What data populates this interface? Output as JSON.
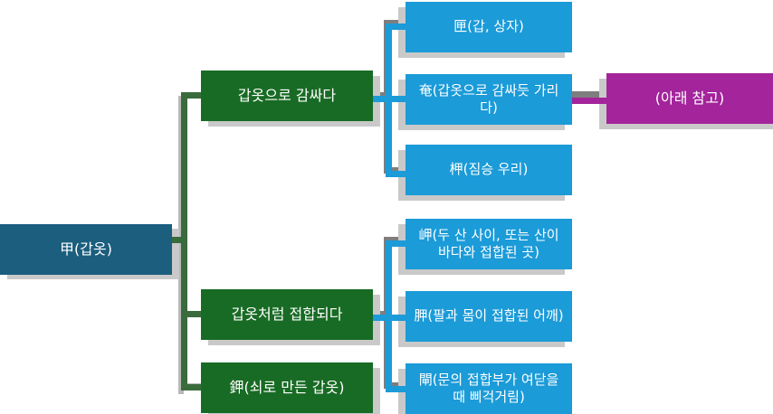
{
  "diagram": {
    "title_node": {
      "id": "root",
      "label": "甲(갑옷)",
      "color": "#1b5e7e"
    },
    "branches": [
      {
        "id": "branch-1",
        "label": "갑옷으로 감싸다",
        "color": "#186b24",
        "children": [
          {
            "id": "leaf-1-1",
            "label": "匣(갑, 상자)",
            "color": "#1b9bd8"
          },
          {
            "id": "leaf-1-2",
            "label": "奄(갑옷으로 감싸듯 가리다)",
            "color": "#1b9bd8",
            "note": {
              "id": "note-1",
              "label": "(아래 참고)",
              "color": "#a3249b"
            }
          },
          {
            "id": "leaf-1-3",
            "label": "柙(짐승 우리)",
            "color": "#1b9bd8"
          }
        ]
      },
      {
        "id": "branch-2",
        "label": "갑옷처럼 접합되다",
        "color": "#186b24",
        "children": [
          {
            "id": "leaf-2-1",
            "label": "岬(두 산 사이, 또는 산이 바다와 접합된 곳)",
            "color": "#1b9bd8"
          },
          {
            "id": "leaf-2-2",
            "label": "胛(팔과 몸이 접합된 어깨)",
            "color": "#1b9bd8"
          },
          {
            "id": "leaf-2-3",
            "label": "閘(문의 접합부가 여닫을 때 삐걱거림)",
            "color": "#1b9bd8"
          }
        ]
      },
      {
        "id": "branch-3",
        "label": "鉀(쇠로 만든 갑옷)",
        "color": "#186b24",
        "children": []
      }
    ],
    "colors": {
      "root": "#1b5e7e",
      "branch": "#186b24",
      "leaf": "#1b9bd8",
      "note": "#a3249b",
      "connector_green": "#3a6b3d",
      "connector_blue": "#1b9bd8",
      "connector_purple": "#a3249b",
      "shadow": "#c9c9c9",
      "background": "#ffffff"
    }
  }
}
